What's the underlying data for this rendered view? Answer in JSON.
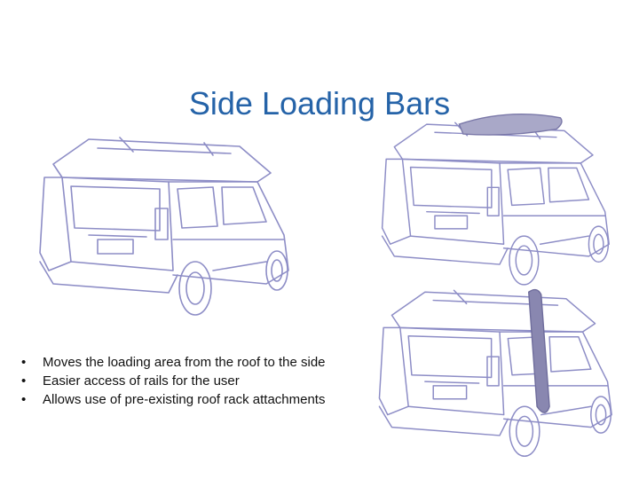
{
  "slide": {
    "title": "Side Loading Bars",
    "bullets": [
      "Moves the loading area from the roof to the side",
      "Easier access of rails for the user",
      "Allows use of pre-existing roof rack attachments"
    ]
  },
  "images": [
    {
      "name": "suv-sketch-plain"
    },
    {
      "name": "suv-sketch-with-kayak"
    },
    {
      "name": "suv-sketch-with-snowboard"
    }
  ],
  "colors": {
    "title": "#2563a8",
    "sketch": "#8d8dc6",
    "accent": "#7a78a8"
  }
}
